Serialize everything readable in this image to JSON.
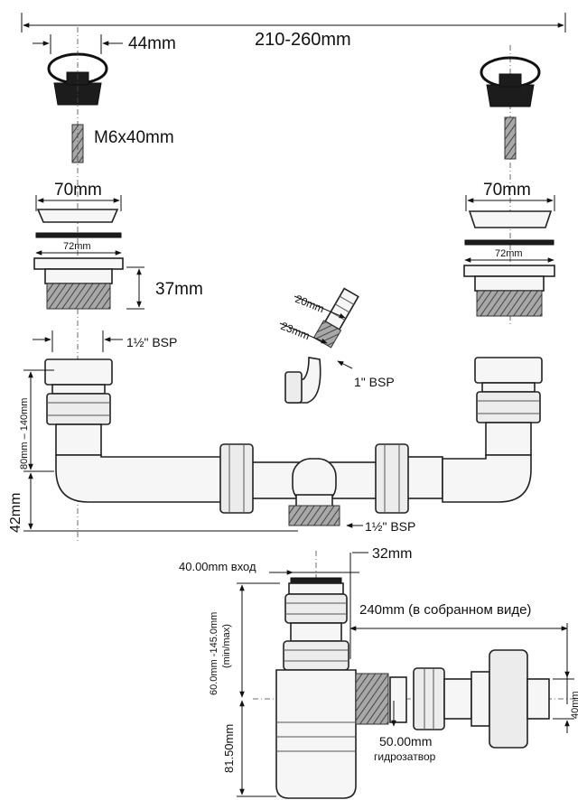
{
  "labels": {
    "overall_width": "210-260mm",
    "grid_width": "44mm",
    "screw": "M6x40mm",
    "waste_top_left": "70mm",
    "waste_top_right": "70mm",
    "flange_left": "72mm",
    "flange_right": "72mm",
    "body_height": "37mm",
    "outlet_bsp": "1½\" BSP",
    "hose_20": "20mm",
    "hose_23": "23mm",
    "hose_bsp": "1\" BSP",
    "height_range": "80mm – 140mm",
    "height_42": "42mm",
    "center_bsp": "1½\" BSP",
    "trap_inlet": "40.00mm вход",
    "trap_32": "32mm",
    "trap_length": "240mm (в собранном виде)",
    "trap_adjust": "60.0mm -145.0mm",
    "trap_adjust_sub": "(min/max)",
    "trap_outlet": "40mm",
    "trap_bottom": "81.50mm",
    "water_seal": "50.00mm",
    "water_seal_sub": "гидрозатвор"
  }
}
